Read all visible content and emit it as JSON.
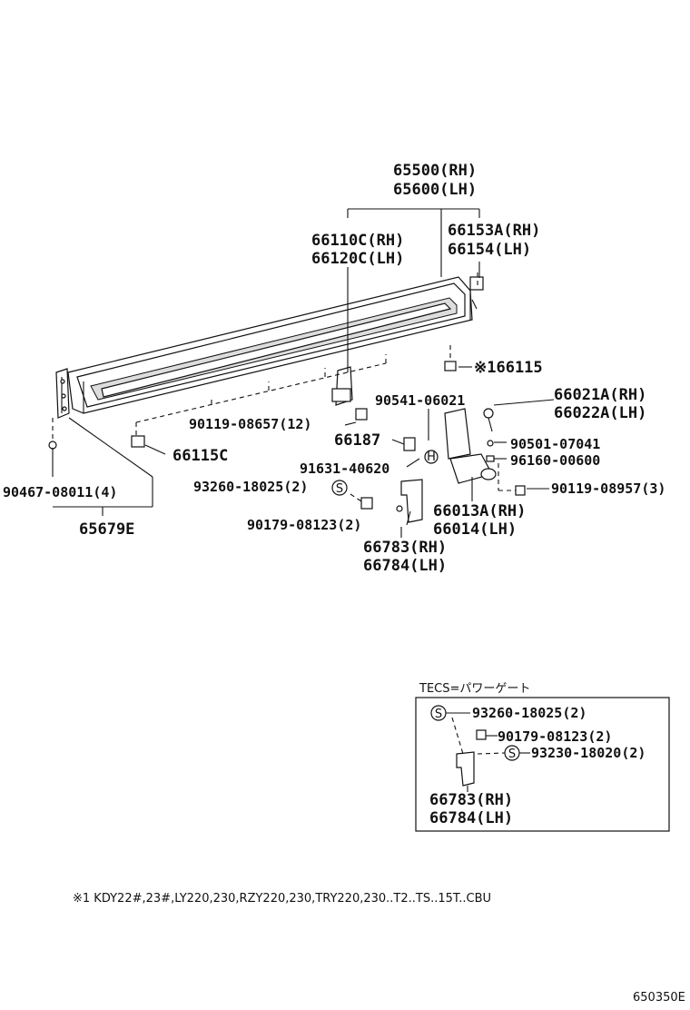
{
  "labels": {
    "l65500": "65500(RH)",
    "l65600": "65600(LH)",
    "l66153A": "66153A(RH)",
    "l66154": "66154(LH)",
    "l66110C": "66110C(RH)",
    "l66120C": "66120C(LH)",
    "l66115": "※166115",
    "l90541": "90541-06021",
    "l66021A": "66021A(RH)",
    "l66022A": "66022A(LH)",
    "l90119_08657": "90119-08657(12)",
    "l66187": "66187",
    "l90501": "90501-07041",
    "l96160": "96160-00600",
    "l66115C": "66115C",
    "l91631": "91631-40620",
    "l93260_main": "93260-18025(2)",
    "l90119_08957": "90119-08957(3)",
    "l90467": "90467-08011(4)",
    "l66013A": "66013A(RH)",
    "l66014": "66014(LH)",
    "l90179_main": "90179-08123(2)",
    "l65679E": "65679E",
    "l66783": "66783(RH)",
    "l66784": "66784(LH)"
  },
  "inset": {
    "title": "TECS=パワーゲート",
    "l93260": "93260-18025(2)",
    "l90179": "90179-08123(2)",
    "l93230": "93230-18020(2)",
    "l66783": "66783(RH)",
    "l66784": "66784(LH)"
  },
  "footnote": "※1 KDY22#,23#,LY220,230,RZY220,230,TRY220,230..T2..TS..15T..CBU",
  "diagram_code": "650350E",
  "symbols": {
    "s": "S",
    "h": "H"
  }
}
